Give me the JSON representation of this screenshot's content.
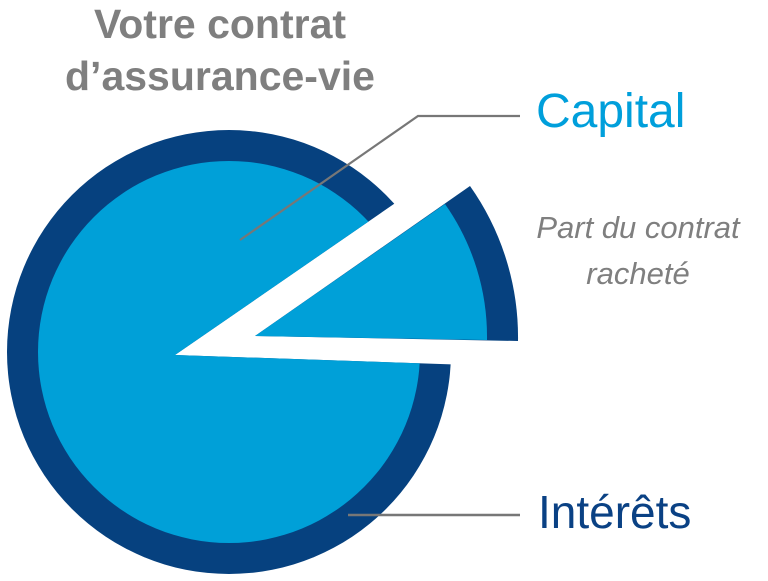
{
  "title": {
    "line1": "Votre contrat",
    "line2": "d’assurance-vie"
  },
  "labels": {
    "capital": "Capital",
    "interets": "Intérêts",
    "part_line1": "Part du contrat",
    "part_line2": "racheté"
  },
  "colors": {
    "ring_dark": "#06417f",
    "fill_light": "#00a0d8",
    "title_gray": "#7f7f7f",
    "capital_blue": "#009fdb",
    "interets_navy": "#0a4184",
    "leader_line": "#777777"
  },
  "chart_data": {
    "type": "pie",
    "title": "Votre contrat d’assurance-vie",
    "slices": [
      {
        "name": "Contrat (Capital + Intérêts)",
        "approx_share": 0.92
      },
      {
        "name": "Part du contrat racheté",
        "approx_share": 0.08,
        "exploded": true
      }
    ],
    "layers": [
      {
        "name": "Capital",
        "ring": "inner",
        "color": "#00a0d8"
      },
      {
        "name": "Intérêts",
        "ring": "outer",
        "color": "#06417f"
      }
    ],
    "annotations": [
      "Capital",
      "Intérêts",
      "Part du contrat racheté"
    ]
  }
}
